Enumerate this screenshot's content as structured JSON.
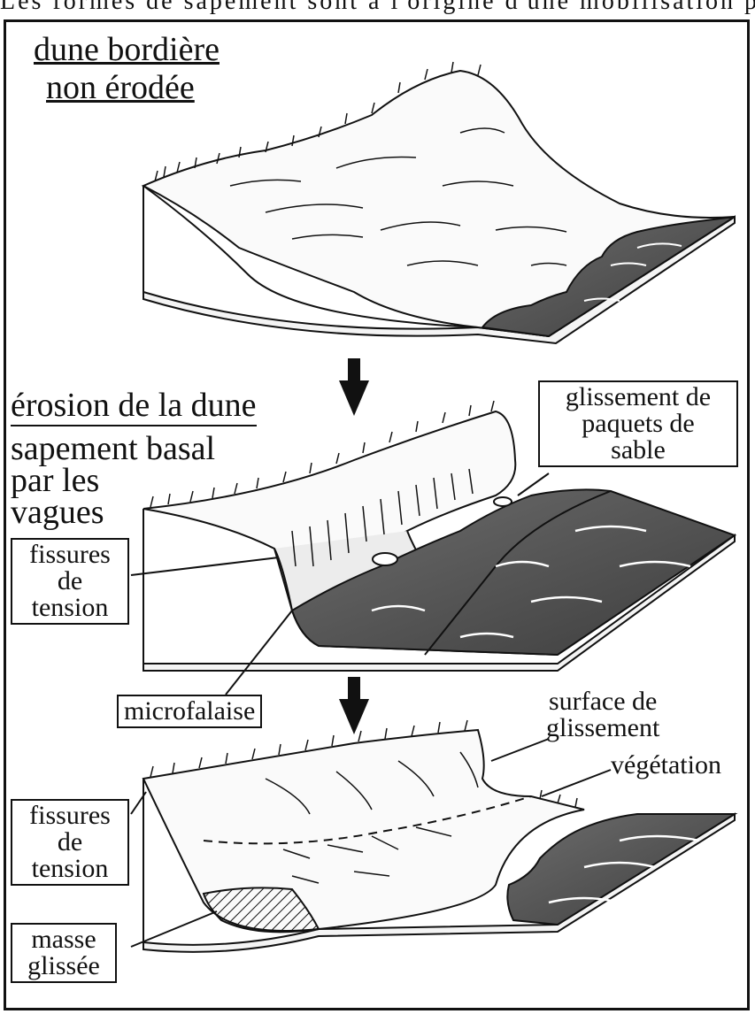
{
  "top_text": "Les formes de sapement sont à l'origine d'une mobilisation pa",
  "stage1": {
    "heading_line1": "dune bordière",
    "heading_line2": "non érodée"
  },
  "stage2": {
    "heading": "érosion de la dune",
    "subheading_line1": "sapement basal",
    "subheading_line2": "par les",
    "subheading_line3": "vagues",
    "glissement_box_line1": "glissement de",
    "glissement_box_line2": "paquets de",
    "glissement_box_line3": "sable",
    "fissures_line1": "fissures",
    "fissures_line2": "de",
    "fissures_line3": "tension",
    "microfalaise": "microfalaise"
  },
  "stage3": {
    "surface_line1": "surface de",
    "surface_line2": "glissement",
    "vegetation": "végétation",
    "fissures_line1": "fissures",
    "fissures_line2": "de",
    "fissures_line3": "tension",
    "masse_line1": "masse",
    "masse_line2": "glissée"
  },
  "icons": {
    "arrow1": "down-arrow-icon",
    "arrow2": "down-arrow-icon"
  }
}
